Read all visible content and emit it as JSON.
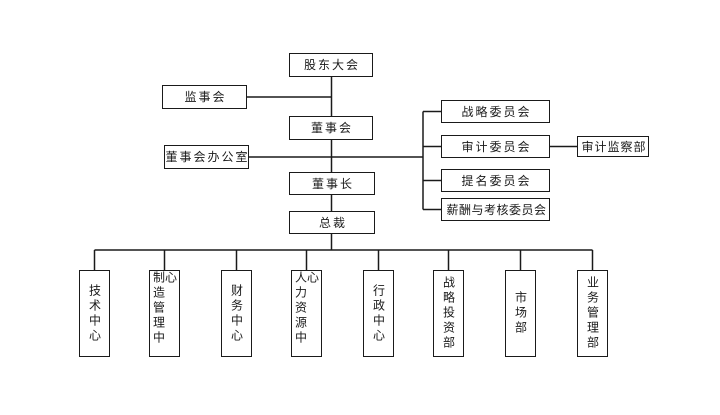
{
  "diagram": {
    "type": "org-chart",
    "background_color": "#ffffff",
    "line_color": "#1a1a1a",
    "box_border_color": "#1a1a1a",
    "text_color": "#1a1a1a",
    "nodes": {
      "shareholders_meeting": {
        "label": "股东大会"
      },
      "supervisory_board": {
        "label": "监事会"
      },
      "board_of_directors": {
        "label": "董事会"
      },
      "board_office": {
        "label": "董事会办公室"
      },
      "chairman": {
        "label": "董事长"
      },
      "president": {
        "label": "总裁"
      },
      "strategy_committee": {
        "label": "战略委员会"
      },
      "audit_committee": {
        "label": "审计委员会"
      },
      "audit_supervision_dept": {
        "label": "审计监察部"
      },
      "nomination_committee": {
        "label": "提名委员会"
      },
      "remuneration_assessment_committee": {
        "label": "薪酬与考核委员会"
      }
    },
    "departments": [
      {
        "label": "技术中心"
      },
      {
        "label": "制造管理中心"
      },
      {
        "label": "财务中心"
      },
      {
        "label": "人力资源中心"
      },
      {
        "label": "行政中心"
      },
      {
        "label": "战略投资部"
      },
      {
        "label": "市场部"
      },
      {
        "label": "业务管理部"
      }
    ],
    "edges": [
      "股东大会-董事会",
      "监事会-主干",
      "董事会-董事长",
      "董事会办公室-委员会支架",
      "审计委员会-审计监察部",
      "董事长-总裁",
      "总裁-各中心部门"
    ]
  }
}
